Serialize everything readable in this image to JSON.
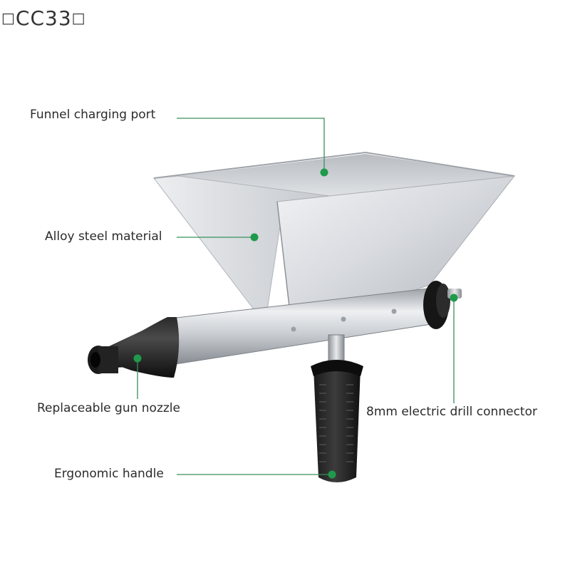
{
  "watermark": {
    "box_left": "□",
    "text": "CC33",
    "box_right": "□"
  },
  "callouts": {
    "funnel": "Funnel charging port",
    "alloy": "Alloy steel material",
    "nozzle": "Replaceable gun nozzle",
    "drill": "8mm electric drill connector",
    "handle": "Ergonomic handle"
  },
  "colors": {
    "leader_line": "#3a8f5c",
    "dot": "#1f9a4a",
    "label_text": "#2b2b2b"
  }
}
